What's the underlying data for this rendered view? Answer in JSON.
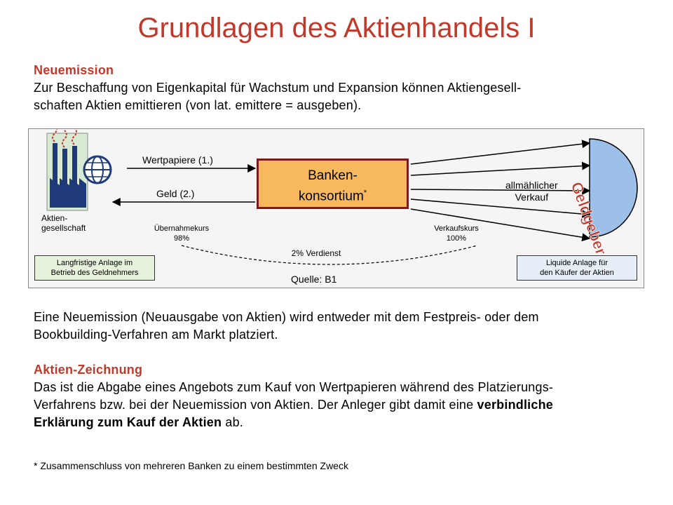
{
  "title": "Grundlagen des Aktienhandels I",
  "intro": {
    "heading": "Neuemission",
    "line1": "Zur Beschaffung von Eigenkapital für Wachstum und Expansion können Aktiengesell-",
    "line2": "schaften Aktien emittieren (von lat. emittere = ausgeben)."
  },
  "diagram": {
    "company_label_1": "Aktien-",
    "company_label_2": "gesellschaft",
    "arrow_top_label": "Wertpapiere (1.)",
    "arrow_bottom_label": "Geld (2.)",
    "bank_line1": "Banken-",
    "bank_line2": "konsortium",
    "bank_footnote_mark": "*",
    "sale_label_1": "allmählicher",
    "sale_label_2": "Verkauf",
    "investor_label": "Geldgeber",
    "takeover_rate_label": "Übernahmekurs",
    "takeover_rate_value": "98%",
    "sale_rate_label": "Verkaufskurs",
    "sale_rate_value": "100%",
    "profit_label": "2% Verdienst",
    "left_box_1": "Langfristige Anlage im",
    "left_box_2": "Betrieb des Geldnehmers",
    "right_box_1": "Liquide Anlage für",
    "right_box_2": "den Käufer der Aktien",
    "source": "Quelle: B1"
  },
  "body2": {
    "line1": "Eine Neuemission (Neuausgabe von Aktien) wird entweder mit dem Festpreis- oder dem",
    "line2": "Bookbuilding-Verfahren am Markt platziert."
  },
  "body3": {
    "heading": "Aktien-Zeichnung",
    "line1": "Das ist die Abgabe eines Angebots zum Kauf von Wertpapieren während des Platzierungs-",
    "line2": "Verfahrens bzw. bei der Neuemission von Aktien. Der Anleger gibt damit eine ",
    "line2_bold": "verbindliche",
    "line3_bold": "Erklärung zum Kauf der Aktien",
    "line3_end": " ab."
  },
  "footnote": "* Zusammenschluss von mehreren Banken zu einem bestimmten Zweck",
  "colors": {
    "title_red": "#c0392b",
    "bank_fill": "#f8b95e",
    "investor_fill": "#9dc0e8"
  }
}
